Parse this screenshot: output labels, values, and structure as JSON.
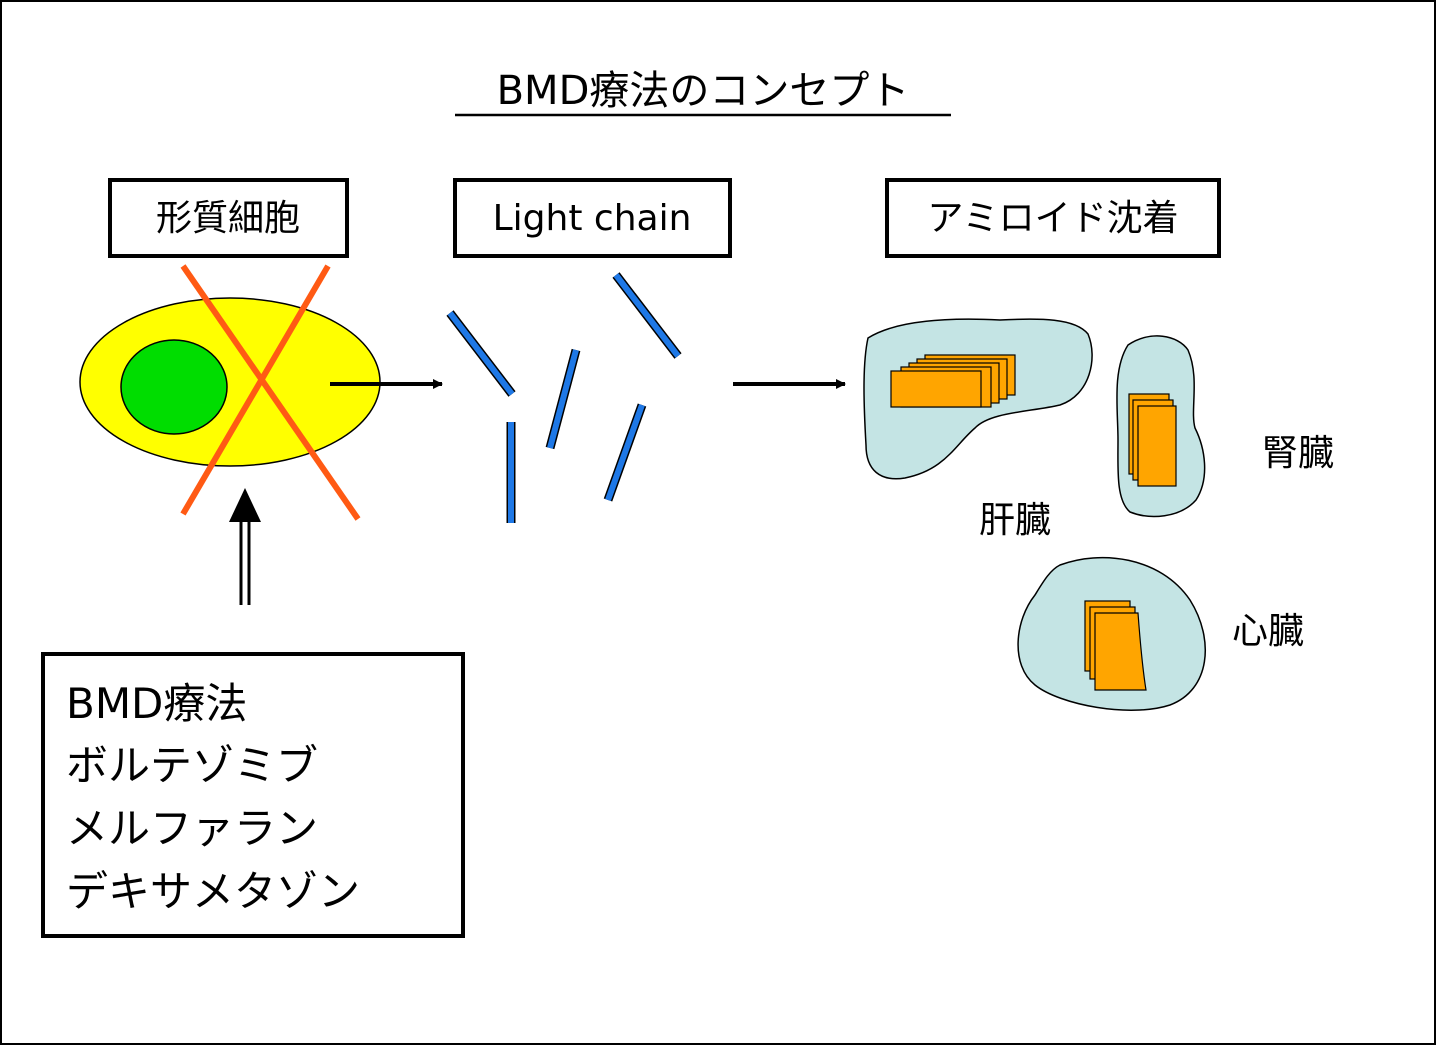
{
  "title": "BMD療法のコンセプト",
  "labels": {
    "plasma_cell": "形質細胞",
    "light_chain": "Light chain",
    "amyloid": "アミロイド沈着"
  },
  "organs": {
    "liver": "肝臓",
    "kidney": "腎臓",
    "heart": "心臓"
  },
  "therapy": {
    "line1": "BMD療法",
    "line2": "ボルテゾミブ",
    "line3": "メルファラン",
    "line4": "デキサメタゾン"
  },
  "colors": {
    "cell_body": "#ffff00",
    "nucleus": "#00dd00",
    "cross": "#ff5a14",
    "light_chain": "#1e78e6",
    "organ": "#c4e4e4",
    "amyloid": "#ffa500"
  }
}
